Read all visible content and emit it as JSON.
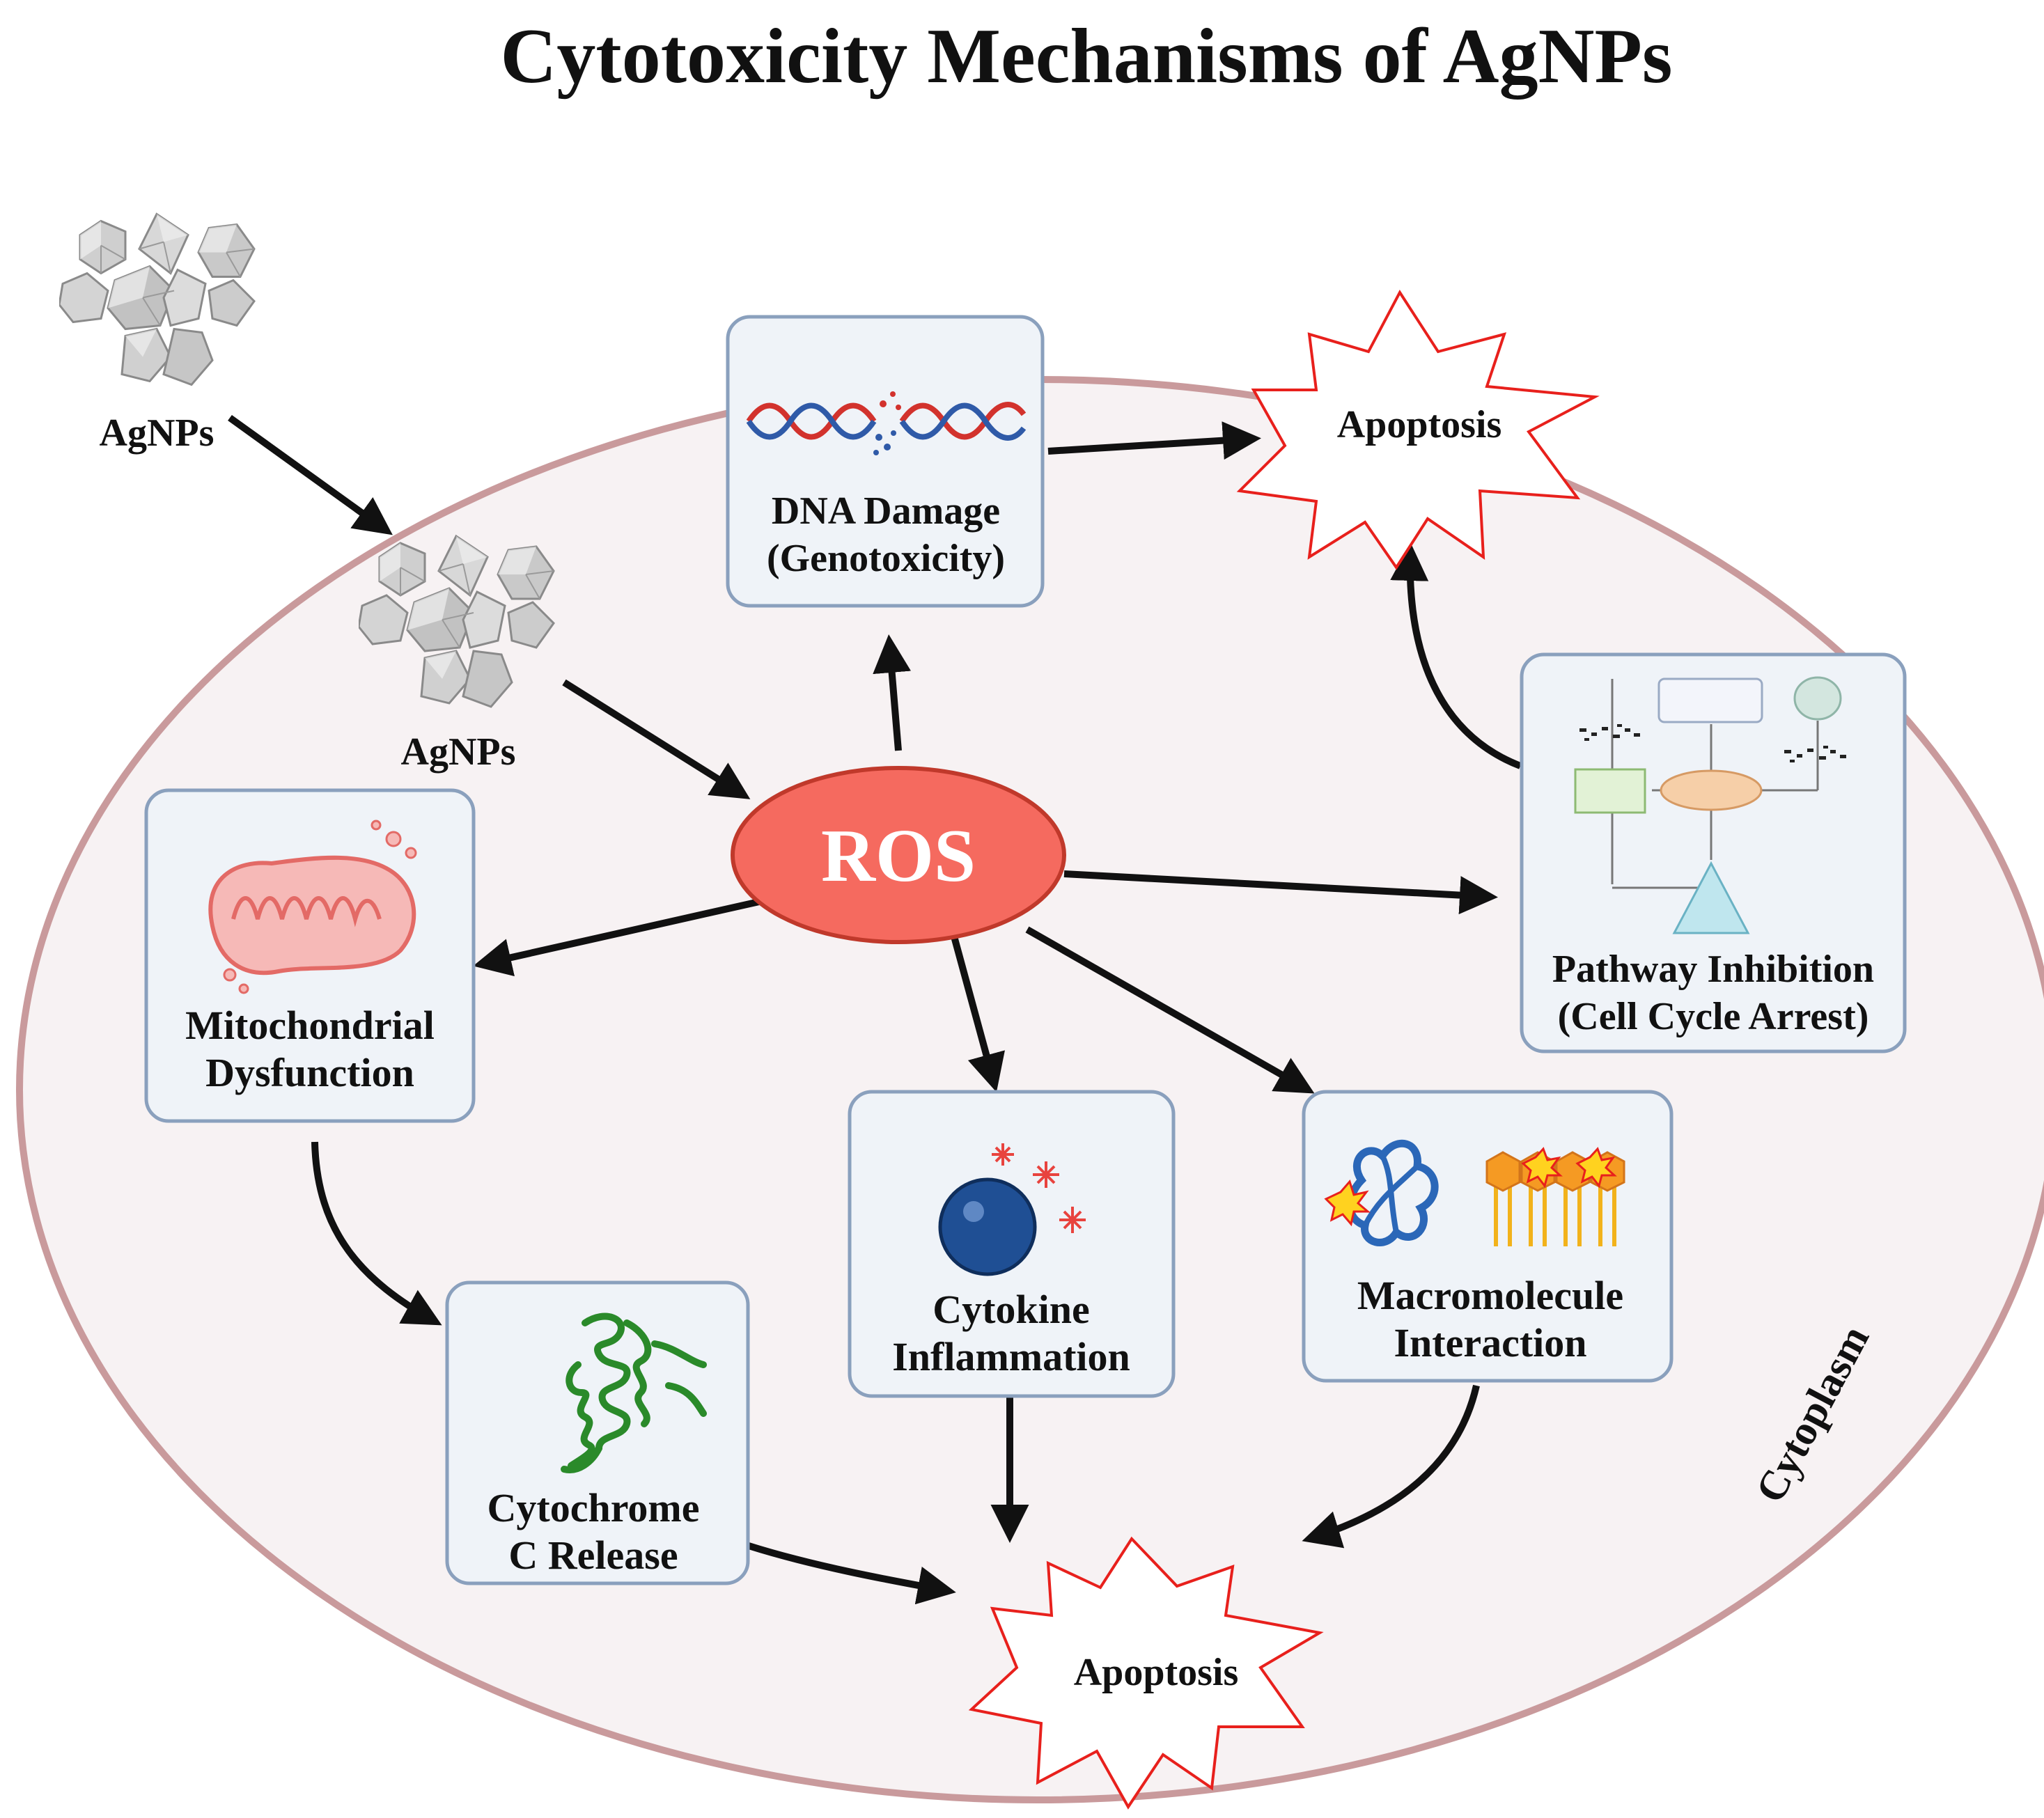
{
  "title": "Cytotoxicity Mechanisms of AgNPs",
  "colors": {
    "cytoplasm_fill": "#f7f2f3",
    "cytoplasm_stroke": "#c99a9c",
    "box_fill": "#eff3f8",
    "box_stroke": "#8aa0bd",
    "ros_fill": "#f56a5f",
    "ros_stroke": "#c0392b",
    "burst_stroke": "#e8201c",
    "arrow": "#111111"
  },
  "labels": {
    "agnps_outside": "AgNPs",
    "agnps_inside": "AgNPs",
    "ros": "ROS",
    "cytoplasm": "Cytoplasm"
  },
  "nodes": {
    "dna_damage": [
      "DNA Damage",
      "(Genotoxicity)"
    ],
    "mitochondrial": [
      "Mitochondrial",
      "Dysfunction"
    ],
    "pathway": [
      "Pathway Inhibition",
      "(Cell Cycle Arrest)"
    ],
    "cytokine": [
      "Cytokine",
      "Inflammation"
    ],
    "macromolecule": [
      "Macromolecule",
      "Interaction"
    ],
    "cytochrome": [
      "Cytochrome",
      "C Release"
    ],
    "apoptosis_top": "Apoptosis",
    "apoptosis_bottom": "Apoptosis"
  },
  "icons": {
    "agnps": "nanoparticle-cluster-icon",
    "dna": "dna-helix-icon",
    "mitochondrion": "mitochondrion-icon",
    "pathway": "signaling-pathway-icon",
    "cytokine": "cytokine-cell-icon",
    "macromolecule": "protein-lipid-icon",
    "cytochrome": "protein-helix-icon"
  }
}
